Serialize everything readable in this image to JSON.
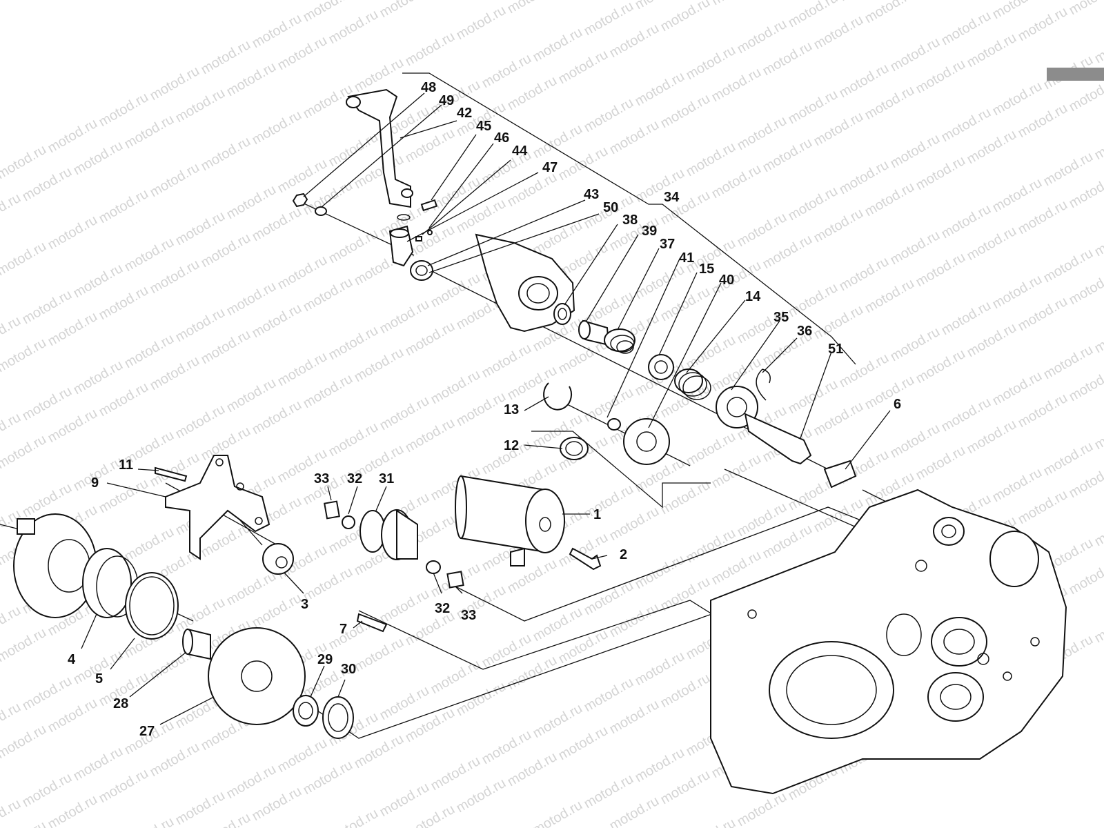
{
  "watermark": {
    "text": "motod.ru",
    "color": "#cfcfcf"
  },
  "header_bar_color": "#8c8c8c",
  "callouts": [
    {
      "id": "c48",
      "text": "48"
    },
    {
      "id": "c49",
      "text": "49"
    },
    {
      "id": "c42",
      "text": "42"
    },
    {
      "id": "c45",
      "text": "45"
    },
    {
      "id": "c46",
      "text": "46"
    },
    {
      "id": "c44",
      "text": "44"
    },
    {
      "id": "c47",
      "text": "47"
    },
    {
      "id": "c43",
      "text": "43"
    },
    {
      "id": "c50",
      "text": "50"
    },
    {
      "id": "c34",
      "text": "34"
    },
    {
      "id": "c38",
      "text": "38"
    },
    {
      "id": "c39",
      "text": "39"
    },
    {
      "id": "c37",
      "text": "37"
    },
    {
      "id": "c41",
      "text": "41"
    },
    {
      "id": "c15",
      "text": "15"
    },
    {
      "id": "c40",
      "text": "40"
    },
    {
      "id": "c14",
      "text": "14"
    },
    {
      "id": "c35",
      "text": "35"
    },
    {
      "id": "c36",
      "text": "36"
    },
    {
      "id": "c51",
      "text": "51"
    },
    {
      "id": "c6",
      "text": "6"
    },
    {
      "id": "c13",
      "text": "13"
    },
    {
      "id": "c12",
      "text": "12"
    },
    {
      "id": "c11",
      "text": "11"
    },
    {
      "id": "c9",
      "text": "9"
    },
    {
      "id": "c33a",
      "text": "33"
    },
    {
      "id": "c32a",
      "text": "32"
    },
    {
      "id": "c31",
      "text": "31"
    },
    {
      "id": "c1",
      "text": "1"
    },
    {
      "id": "c2",
      "text": "2"
    },
    {
      "id": "c3",
      "text": "3"
    },
    {
      "id": "c32b",
      "text": "32"
    },
    {
      "id": "c33b",
      "text": "33"
    },
    {
      "id": "c7",
      "text": "7"
    },
    {
      "id": "c4",
      "text": "4"
    },
    {
      "id": "c5",
      "text": "5"
    },
    {
      "id": "c28",
      "text": "28"
    },
    {
      "id": "c27",
      "text": "27"
    },
    {
      "id": "c29",
      "text": "29"
    },
    {
      "id": "c30",
      "text": "30"
    }
  ]
}
